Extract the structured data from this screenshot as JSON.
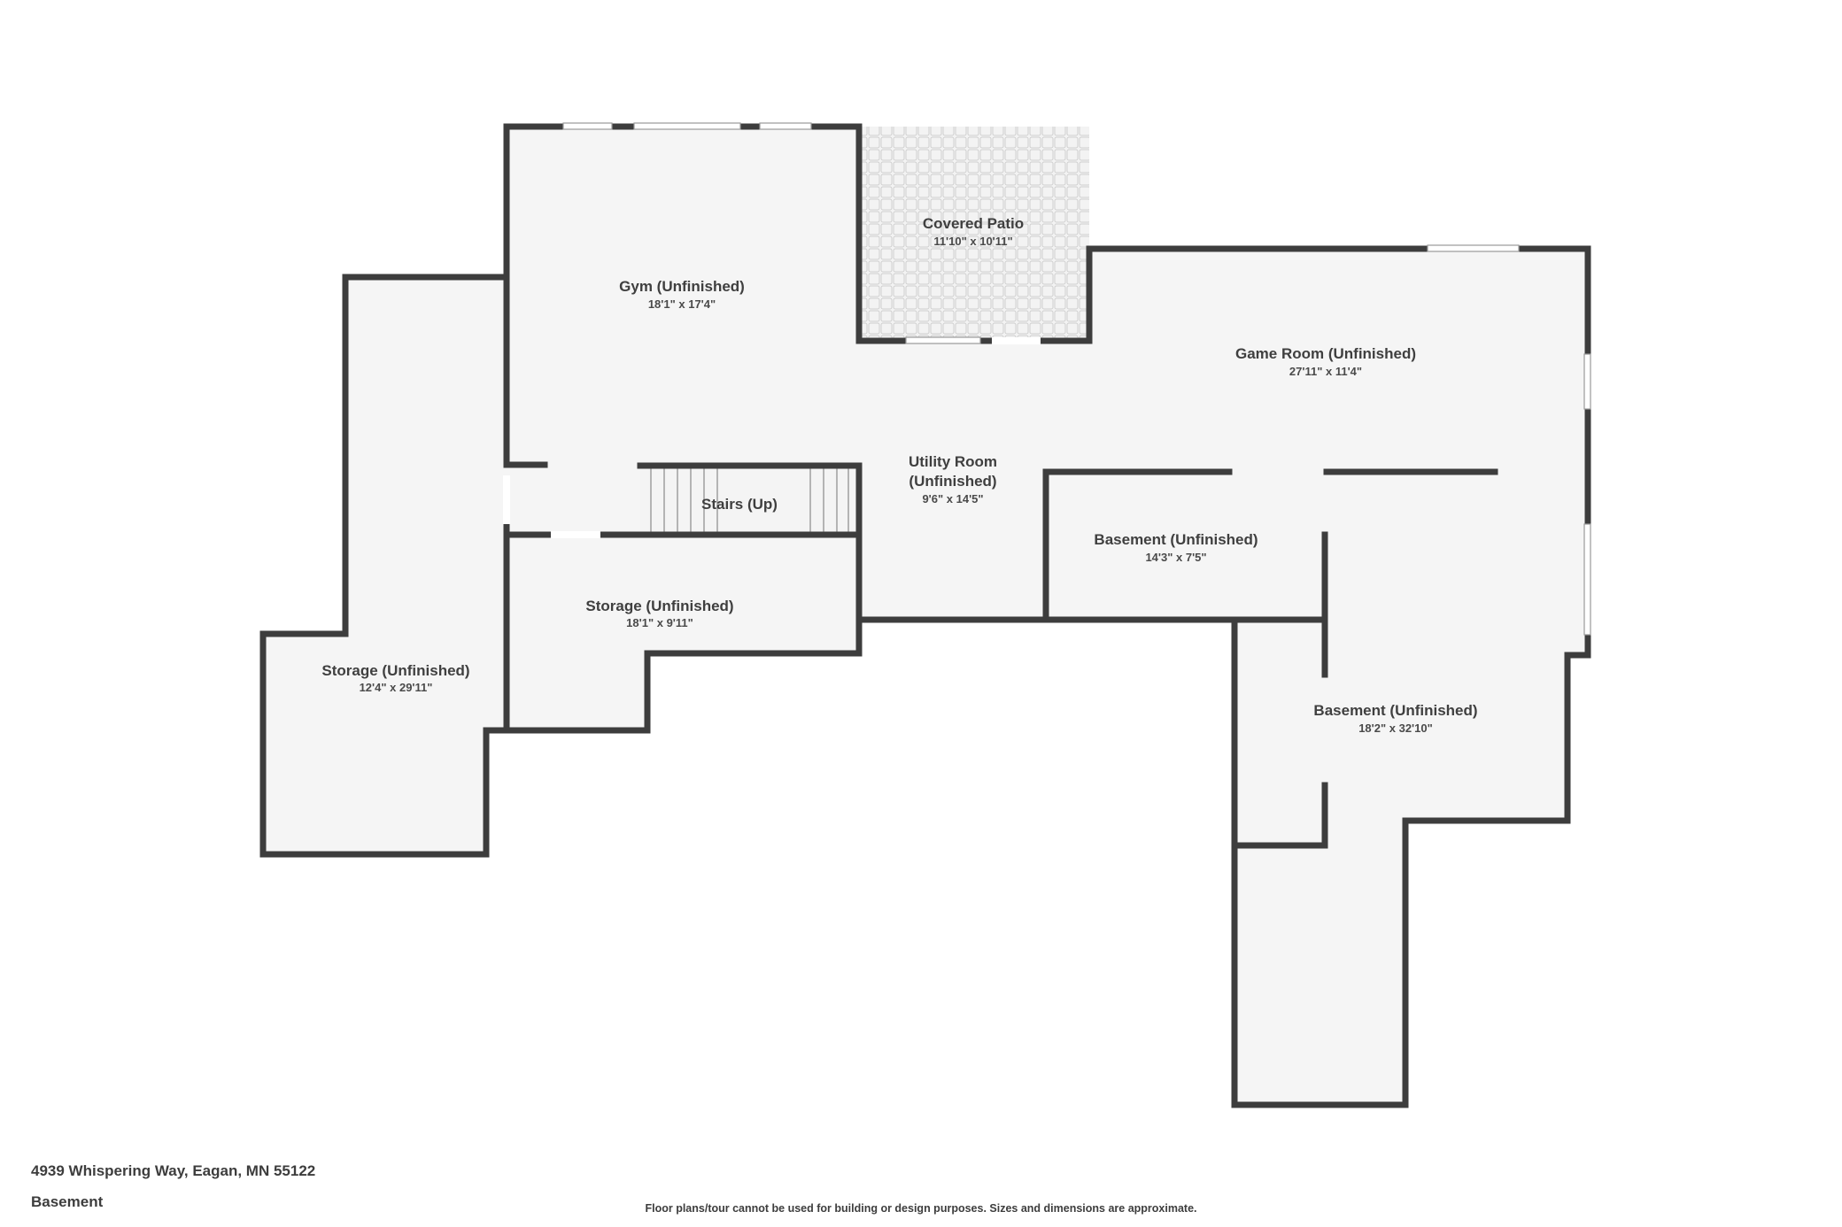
{
  "property": {
    "address": "4939 Whispering Way, Eagan, MN 55122",
    "level": "Basement",
    "disclaimer": "Floor plans/tour cannot be used for building or design purposes. Sizes and dimensions are approximate."
  },
  "rooms": {
    "covered_patio": {
      "name": "Covered Patio",
      "dims": "11'10\" x 10'11\""
    },
    "gym": {
      "name": "Gym (Unfinished)",
      "dims": "18'1\" x 17'4\""
    },
    "game_room": {
      "name": "Game Room (Unfinished)",
      "dims": "27'11\" x 11'4\""
    },
    "utility_room": {
      "name_line1": "Utility Room",
      "name_line2": "(Unfinished)",
      "dims": "9'6\" x 14'5\""
    },
    "stairs": {
      "name": "Stairs (Up)"
    },
    "basement_small": {
      "name": "Basement (Unfinished)",
      "dims": "14'3\" x 7'5\""
    },
    "storage_center": {
      "name": "Storage (Unfinished)",
      "dims": "18'1\" x 9'11\""
    },
    "storage_left": {
      "name": "Storage (Unfinished)",
      "dims": "12'4\" x 29'11\""
    },
    "basement_large": {
      "name": "Basement (Unfinished)",
      "dims": "18'2\" x 32'10\""
    }
  },
  "colors": {
    "wall": "#3d3d3d",
    "floor": "#f5f5f5",
    "patio_floor": "#f2f2f2"
  }
}
